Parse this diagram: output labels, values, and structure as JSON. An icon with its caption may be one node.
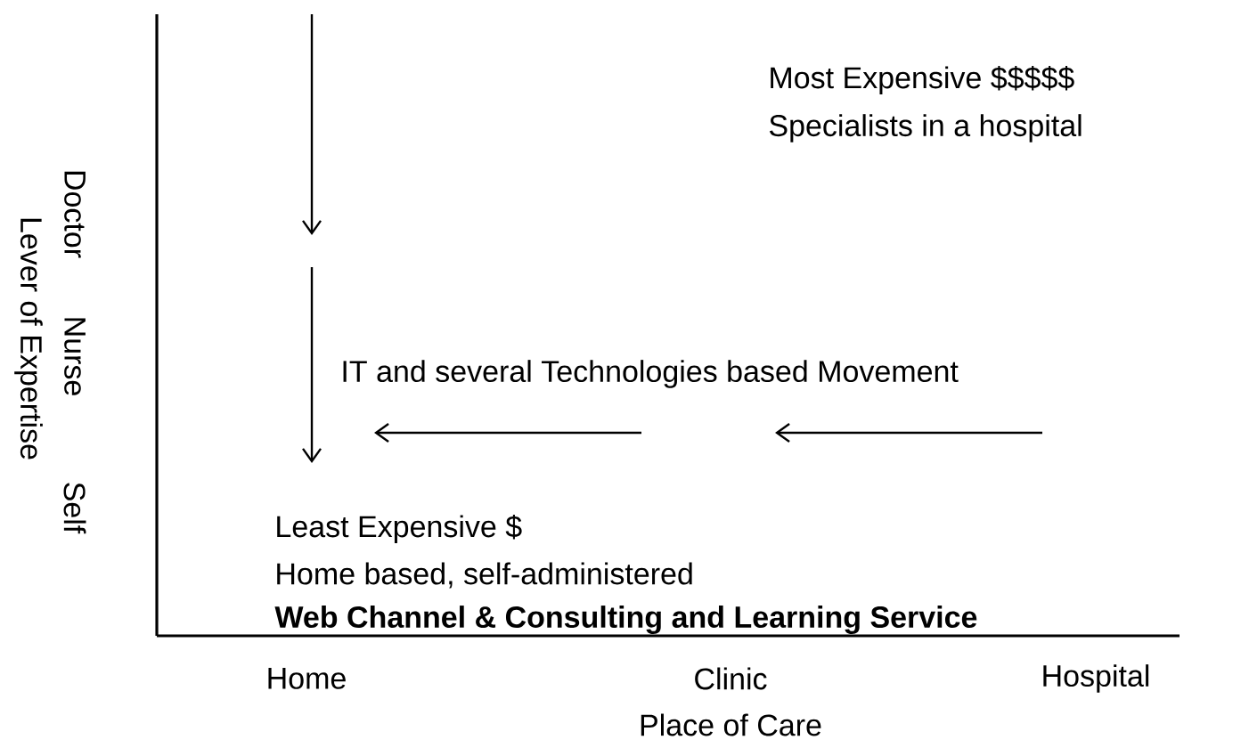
{
  "diagram": {
    "labels": [
      "Most Expensive $$$$$",
      "Specialists in a hospital",
      "Doctor",
      "Nurse",
      "Lever of Expertise",
      "IT and several Technologies based Movement",
      "Self",
      "Least Expensive $",
      "Home based, self-administered",
      "Web Channel & Consulting and Learning Service",
      "Home",
      "Clinic",
      "Hospital",
      "Place of Care"
    ]
  }
}
